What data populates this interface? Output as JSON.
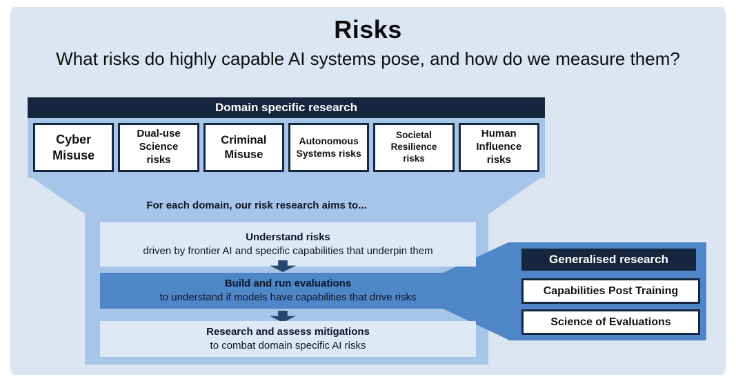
{
  "header": {
    "title": "Risks",
    "subtitle": "What risks do highly capable AI systems pose, and how do we measure them?"
  },
  "domain_research": {
    "header": "Domain specific research",
    "boxes": [
      "Cyber\nMisuse",
      "Dual-use\nScience\nrisks",
      "Criminal\nMisuse",
      "Autonomous\nSystems risks",
      "Societal\nResilience\nrisks",
      "Human\nInfluence\nrisks"
    ]
  },
  "funnel": {
    "intro": "For each domain, our risk research aims to...",
    "steps": [
      {
        "title": "Understand risks",
        "description": "driven by frontier AI and specific capabilities that underpin them"
      },
      {
        "title": "Build and run evaluations",
        "description": "to understand if models have capabilities that drive risks"
      },
      {
        "title": "Research and assess mitigations",
        "description": "to combat domain specific AI risks"
      }
    ]
  },
  "generalised_research": {
    "header": "Generalised research",
    "boxes": [
      "Capabilities Post Training",
      "Science of Evaluations"
    ]
  },
  "colors": {
    "panel_background": "#dce5f2",
    "band_blue": "#a7c5e8",
    "medium_blue": "#4e86c8",
    "navy": "#16263e",
    "light_box": "#dde9f7",
    "arrow_navy": "#24466f"
  }
}
